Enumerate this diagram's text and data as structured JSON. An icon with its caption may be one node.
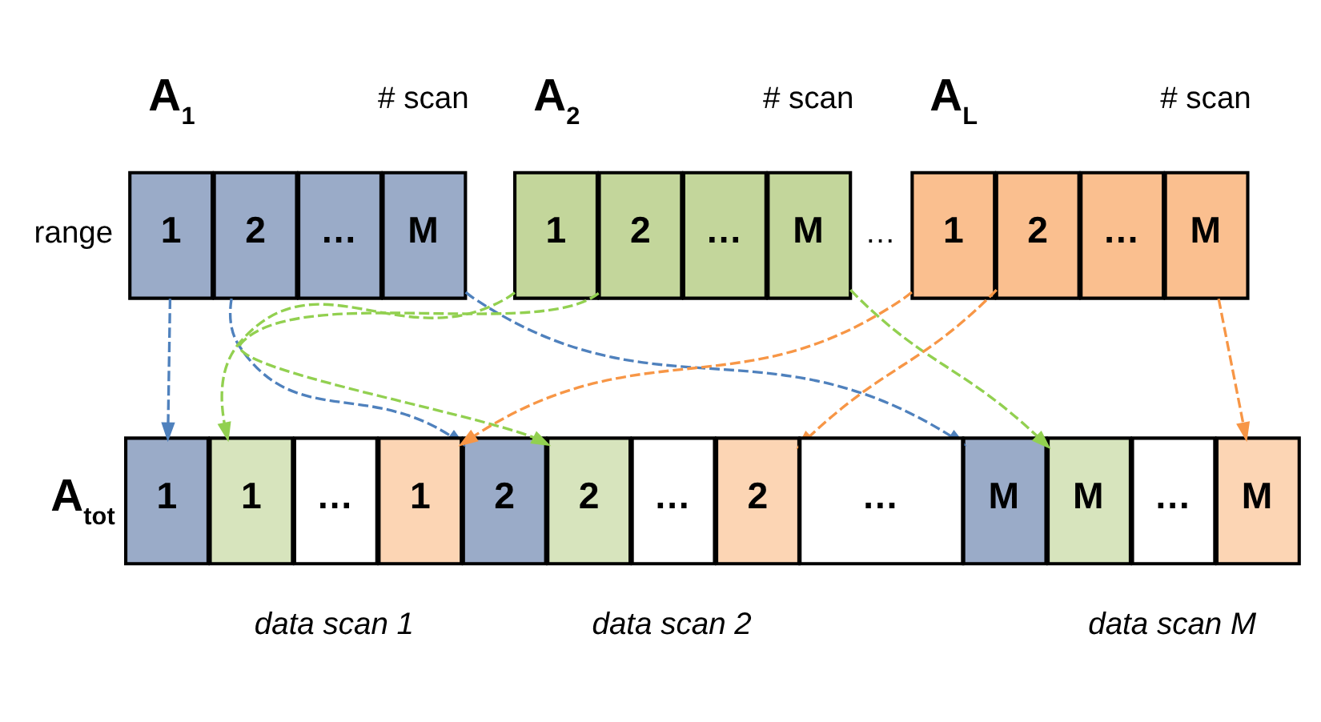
{
  "diagram": {
    "nodes": [
      {
        "text": [
          "1"
        ]
      },
      {
        "text": [
          "2"
        ]
      },
      {
        "text": [
          "…"
        ]
      },
      {
        "text": [
          "M"
        ]
      },
      {
        "text": [
          "1"
        ]
      },
      {
        "text": [
          "2"
        ]
      },
      {
        "text": [
          "…"
        ]
      },
      {
        "text": [
          "M"
        ]
      },
      {
        "text": [
          "1"
        ]
      },
      {
        "text": [
          "2"
        ]
      },
      {
        "text": [
          "…"
        ]
      },
      {
        "text": [
          "M"
        ]
      },
      {
        "text": [
          "1"
        ]
      },
      {
        "text": [
          "1"
        ]
      },
      {
        "text": [
          "…"
        ]
      },
      {
        "text": [
          "1"
        ]
      },
      {
        "text": [
          "2"
        ]
      },
      {
        "text": [
          "2"
        ]
      },
      {
        "text": [
          "…"
        ]
      },
      {
        "text": [
          "2"
        ]
      },
      {
        "text": [
          "…"
        ]
      },
      {
        "text": [
          "M"
        ]
      },
      {
        "text": [
          "M"
        ]
      },
      {
        "text": [
          "…"
        ]
      },
      {
        "text": [
          "M"
        ]
      }
    ],
    "edges": [
      {
        "from": 0,
        "to": 12,
        "arrow": "to",
        "style": "dashed",
        "color": "#4f81bd"
      },
      {
        "from": 1,
        "to": 16,
        "arrow": "to",
        "style": "dashed",
        "color": "#4f81bd"
      },
      {
        "from": 3,
        "to": 21,
        "arrow": "to",
        "style": "dashed",
        "color": "#4f81bd"
      },
      {
        "from": 4,
        "to": 13,
        "arrow": "to",
        "style": "dashed",
        "color": "#92d050"
      },
      {
        "from": 5,
        "to": 17,
        "arrow": "to",
        "style": "dashed",
        "color": "#92d050"
      },
      {
        "from": 7,
        "to": 22,
        "arrow": "to",
        "style": "dashed",
        "color": "#92d050"
      },
      {
        "from": 8,
        "to": 15,
        "arrow": "to",
        "style": "dashed",
        "color": "#f79646"
      },
      {
        "from": 9,
        "to": 19,
        "arrow": "to",
        "style": "dashed",
        "color": "#f79646"
      },
      {
        "from": 11,
        "to": 24,
        "arrow": "to",
        "style": "dashed",
        "color": "#f79646"
      }
    ],
    "labels": [
      "A$_{1}$",
      "# scan",
      "A$_{2}$",
      "# scan",
      "A$_{L}$",
      "# scan",
      "range",
      "…",
      "A$_{tot}$",
      "data scan 1",
      "data scan 2",
      "data scan M"
    ]
  }
}
